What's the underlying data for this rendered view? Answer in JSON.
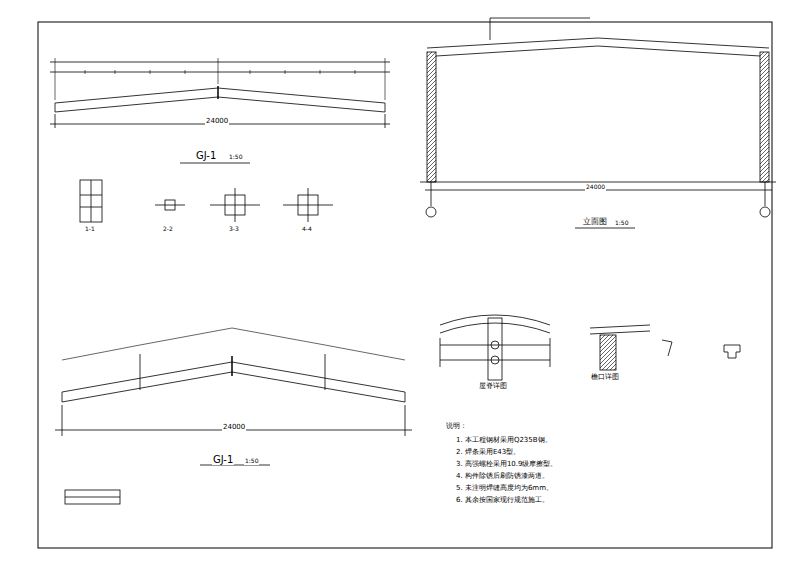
{
  "diagram": {
    "labels": [
      "24000",
      "GJ-1",
      "1:50",
      "1-1",
      "2-2",
      "3-3",
      "4-4",
      "24000",
      "立面图",
      "1:50",
      "24000",
      "GJ-1",
      "1:50",
      "屋脊详图",
      "檐口详图",
      "说明：",
      "1. 本工程钢材采用Q235B钢。",
      "2. 焊条采用E43型。",
      "3. 高强螺栓采用10.9级摩擦型。",
      "4. 构件除锈后刷防锈漆两道。",
      "5. 未注明焊缝高度均为6mm。",
      "6. 其余按国家现行规范施工。"
    ]
  }
}
